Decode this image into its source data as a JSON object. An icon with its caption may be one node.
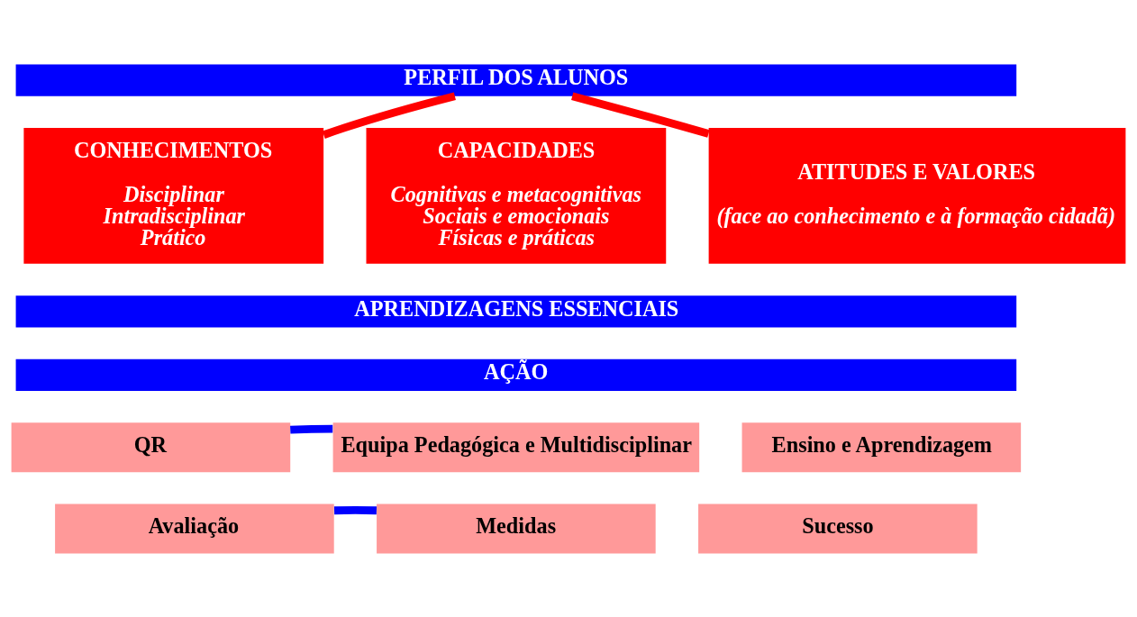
{
  "diagram": {
    "nodes": [
      {
        "text": [
          "PERFIL DOS ALUNOS"
        ]
      },
      {
        "text": [
          "CONHECIMENTOS",
          "Disciplinar",
          "Intradisciplinar",
          "Prático"
        ]
      },
      {
        "text": [
          "CAPACIDADES",
          "Cognitivas e metacognitivas",
          "Sociais e emocionais",
          "Físicas e práticas"
        ]
      },
      {
        "text": [
          "ATITUDES E VALORES",
          "(face ao conhecimento e à formação cidadã)"
        ]
      },
      {
        "text": [
          "APRENDIZAGENS ESSENCIAIS"
        ]
      },
      {
        "text": [
          "AÇÃO"
        ]
      },
      {
        "text": [
          "QR"
        ]
      },
      {
        "text": [
          "Equipa Pedagógica e Multidisciplinar"
        ]
      },
      {
        "text": [
          "Ensino e Aprendizagem"
        ]
      },
      {
        "text": [
          "Avaliação"
        ]
      },
      {
        "text": [
          "Medidas"
        ]
      },
      {
        "text": [
          "Sucesso"
        ]
      }
    ],
    "edges": [
      {
        "from": 0,
        "to": 1,
        "arrow": "none",
        "color": "#ff0000"
      },
      {
        "from": 0,
        "to": 3,
        "arrow": "none",
        "color": "#ff0000"
      },
      {
        "from": 6,
        "to": 7,
        "arrow": "none",
        "color": "#0000ff"
      },
      {
        "from": 9,
        "to": 10,
        "arrow": "none",
        "color": "#0000ff"
      }
    ]
  }
}
